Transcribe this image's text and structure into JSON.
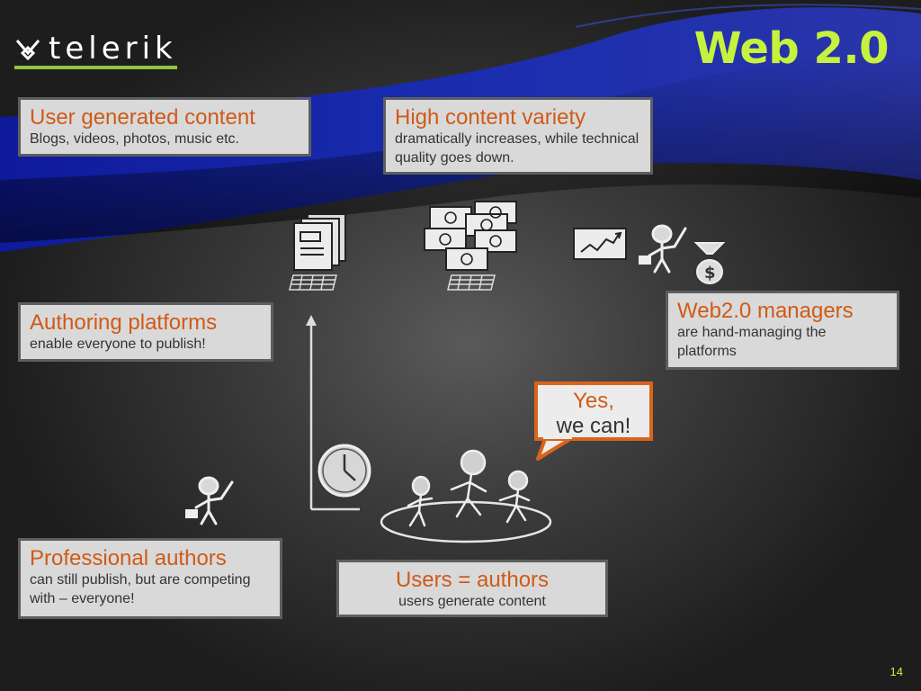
{
  "brand": {
    "name": "telerik"
  },
  "slide": {
    "title": "Web 2.0",
    "page_number": "14"
  },
  "boxes": {
    "user_generated": {
      "heading": "User generated content",
      "sub": "Blogs, videos, photos, music etc."
    },
    "high_variety": {
      "heading": "High content variety",
      "sub": "dramatically increases, while technical quality goes down."
    },
    "authoring_platforms": {
      "heading": "Authoring platforms",
      "sub": "enable everyone to publish!"
    },
    "web20_managers": {
      "heading": "Web2.0 managers",
      "sub": "are hand-managing the platforms"
    },
    "professional_authors": {
      "heading": "Professional authors",
      "sub": "can still publish, but are competing with – everyone!"
    },
    "users_authors": {
      "heading": "Users = authors",
      "sub": "users generate content"
    }
  },
  "bubble": {
    "line1": "Yes,",
    "line2": "we can!"
  },
  "colors": {
    "accent_orange": "#cf5a18",
    "title_green": "#c6f23d",
    "logo_green": "#8dc63f",
    "banner_blue": "#1a2aa8"
  },
  "icons": [
    "telerik-logo-icon",
    "documents-stack-icon",
    "keyboard-icon",
    "photo-collage-icon",
    "chart-icon",
    "manager-figure-icon",
    "money-funnel-icon",
    "arrow-up-icon",
    "clock-icon",
    "professional-author-icon",
    "users-group-icon"
  ]
}
